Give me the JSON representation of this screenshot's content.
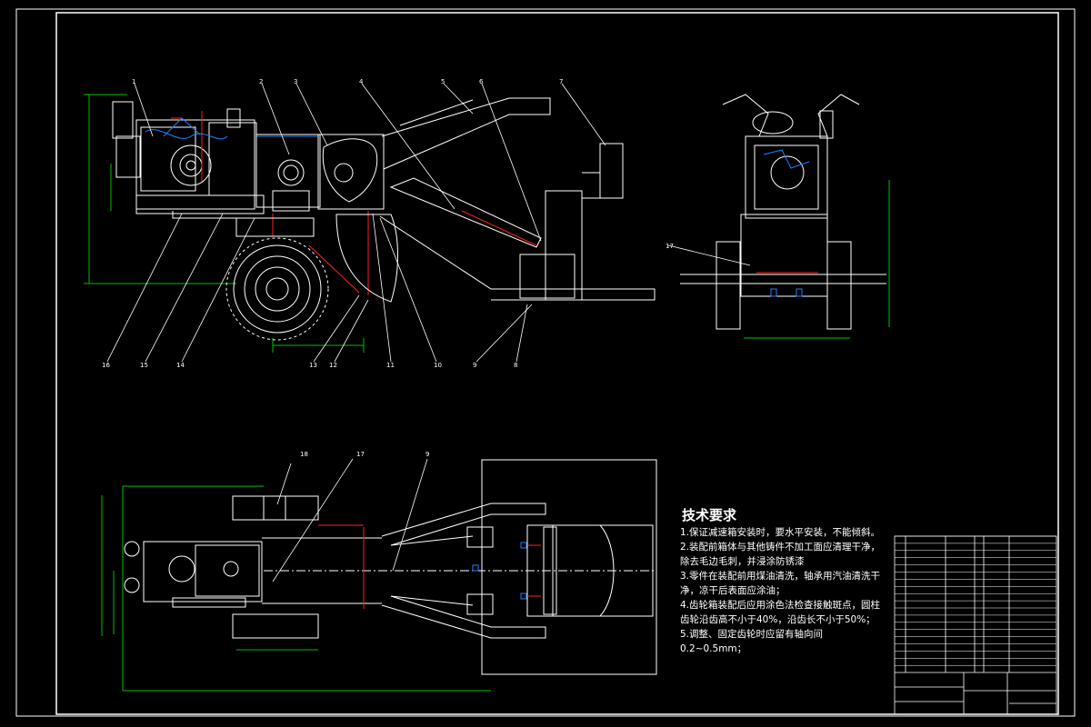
{
  "drawing": {
    "tech_title": "技术要求",
    "requirements": [
      "1.保证减速箱安装时，要水平安装，不能倾斜。",
      "2.装配前箱体与其他铸件不加工面应清理干净，除去毛边毛刺，并浸涂防锈漆",
      "3.零件在装配前用煤油清洗，轴承用汽油清洗干净，凉干后表面应涂油；",
      "4.齿轮箱装配后应用涂色法检查接触斑点，圆柱齿轮沿齿高不小于40%，沿齿长不小于50%；",
      "5.调整、固定齿轮时应留有轴向间0.2~0.5mm；"
    ],
    "part_labels_top": [
      "1",
      "2",
      "3",
      "4",
      "5",
      "6",
      "7"
    ],
    "part_labels_bottom": [
      "16",
      "15",
      "14",
      "13",
      "12",
      "11",
      "10",
      "9",
      "8"
    ],
    "side_view_label": "17",
    "plan_labels": [
      "18",
      "17",
      "9"
    ]
  }
}
